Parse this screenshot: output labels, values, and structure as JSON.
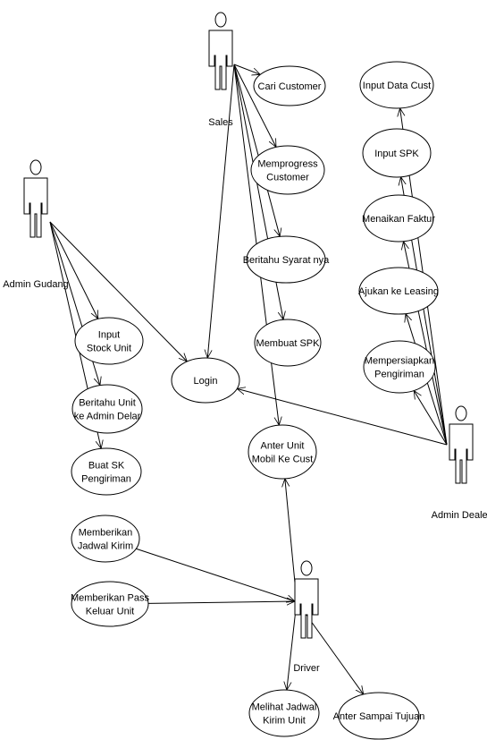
{
  "actors": [
    {
      "id": "sales",
      "label": "Sales"
    },
    {
      "id": "admin-gudang",
      "label": "Admin Gudang"
    },
    {
      "id": "admin-dealer",
      "label": "Admin Dealer"
    },
    {
      "id": "driver",
      "label": "Driver"
    }
  ],
  "use_cases": [
    {
      "id": "cari-customer",
      "lines": [
        "Cari Customer"
      ]
    },
    {
      "id": "memprogress-customer",
      "lines": [
        "Memprogress",
        "Customer"
      ]
    },
    {
      "id": "beritahu-syarat",
      "lines": [
        "Beritahu Syarat nya"
      ]
    },
    {
      "id": "membuat-spk",
      "lines": [
        "Membuat SPK"
      ]
    },
    {
      "id": "anter-unit",
      "lines": [
        "Anter Unit",
        "Mobil Ke Cust"
      ]
    },
    {
      "id": "login",
      "lines": [
        "Login"
      ]
    },
    {
      "id": "input-stock",
      "lines": [
        "Input",
        "Stock Unit"
      ]
    },
    {
      "id": "beritahu-unit",
      "lines": [
        "Beritahu Unit",
        "ke Admin Delar"
      ]
    },
    {
      "id": "buat-sk",
      "lines": [
        "Buat SK",
        "Pengiriman"
      ]
    },
    {
      "id": "memberikan-jadwal",
      "lines": [
        "Memberikan",
        "Jadwal Kirim"
      ]
    },
    {
      "id": "memberikan-pass",
      "lines": [
        "Memberikan Pass",
        "Keluar Unit"
      ]
    },
    {
      "id": "melihat-jadwal",
      "lines": [
        "Melihat Jadwal",
        "Kirim Unit"
      ]
    },
    {
      "id": "anter-sampai",
      "lines": [
        "Anter Sampai Tujuan"
      ]
    },
    {
      "id": "input-data-cust",
      "lines": [
        "Input Data Cust"
      ]
    },
    {
      "id": "input-spk",
      "lines": [
        "Input SPK"
      ]
    },
    {
      "id": "menaikan-faktur",
      "lines": [
        "Menaikan Faktur"
      ]
    },
    {
      "id": "ajukan-leasing",
      "lines": [
        "Ajukan ke Leasing"
      ]
    },
    {
      "id": "mempersiapkan-pengiriman",
      "lines": [
        "Mempersiapkan",
        "Pengiriman"
      ]
    }
  ],
  "associations": [
    {
      "from": "sales",
      "to": "cari-customer"
    },
    {
      "from": "sales",
      "to": "memprogress-customer"
    },
    {
      "from": "sales",
      "to": "beritahu-syarat"
    },
    {
      "from": "sales",
      "to": "membuat-spk"
    },
    {
      "from": "sales",
      "to": "anter-unit"
    },
    {
      "from": "sales",
      "to": "login"
    },
    {
      "from": "admin-gudang",
      "to": "input-stock"
    },
    {
      "from": "admin-gudang",
      "to": "beritahu-unit"
    },
    {
      "from": "admin-gudang",
      "to": "buat-sk"
    },
    {
      "from": "admin-gudang",
      "to": "login"
    },
    {
      "from": "admin-dealer",
      "to": "input-data-cust"
    },
    {
      "from": "admin-dealer",
      "to": "input-spk"
    },
    {
      "from": "admin-dealer",
      "to": "menaikan-faktur"
    },
    {
      "from": "admin-dealer",
      "to": "ajukan-leasing"
    },
    {
      "from": "admin-dealer",
      "to": "mempersiapkan-pengiriman"
    },
    {
      "from": "admin-dealer",
      "to": "login"
    },
    {
      "from": "driver",
      "to": "anter-unit"
    },
    {
      "from": "driver",
      "to": "melihat-jadwal"
    },
    {
      "from": "driver",
      "to": "anter-sampai"
    },
    {
      "from": "memberikan-jadwal",
      "to": "driver"
    },
    {
      "from": "memberikan-pass",
      "to": "driver"
    }
  ]
}
